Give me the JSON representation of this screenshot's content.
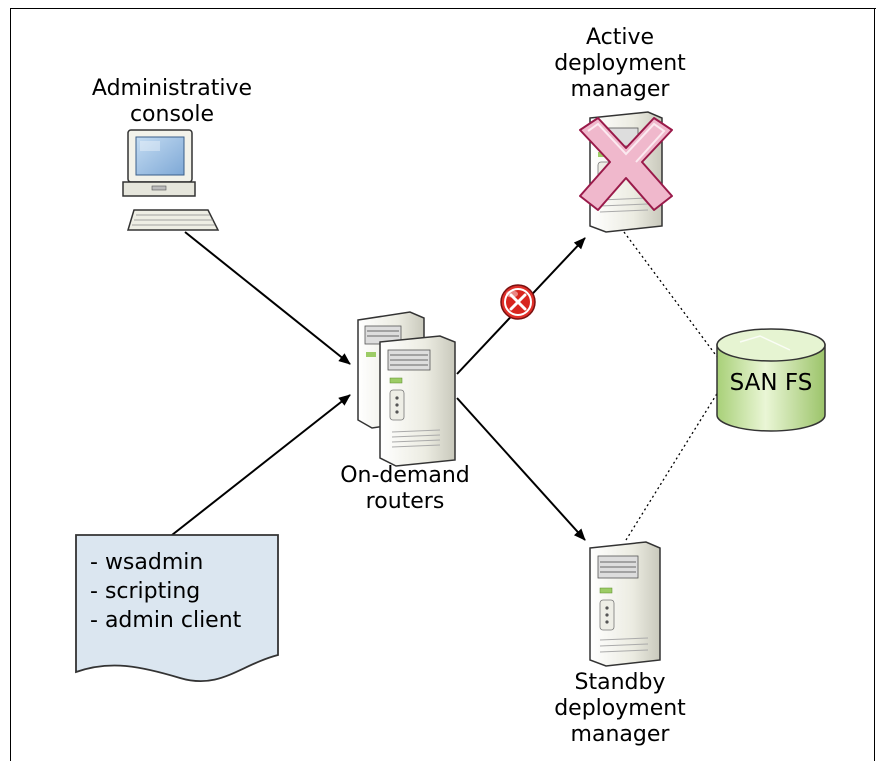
{
  "nodes": {
    "admin_console": {
      "label": "Administrative\nconsole",
      "icon": "desktop-computer-icon"
    },
    "active_dm": {
      "label": "Active\ndeployment\nmanager",
      "icon": "server-icon",
      "status": "failed"
    },
    "odr": {
      "label": "On-demand\nrouters",
      "icon": "server-pair-icon"
    },
    "standby_dm": {
      "label": "Standby\ndeployment\nmanager",
      "icon": "server-icon"
    },
    "san_fs": {
      "label": "SAN FS",
      "icon": "storage-cylinder-icon"
    },
    "scripting": {
      "items": [
        "wsadmin",
        "scripting",
        "admin client"
      ],
      "icon": "document-icon"
    }
  },
  "edges": [
    {
      "from": "admin_console",
      "to": "odr",
      "style": "solid-arrow"
    },
    {
      "from": "scripting",
      "to": "odr",
      "style": "solid-arrow"
    },
    {
      "from": "odr",
      "to": "active_dm",
      "style": "solid-arrow",
      "status": "broken"
    },
    {
      "from": "odr",
      "to": "standby_dm",
      "style": "solid-arrow"
    },
    {
      "from": "active_dm",
      "to": "san_fs",
      "style": "dotted"
    },
    {
      "from": "standby_dm",
      "to": "san_fs",
      "style": "dotted"
    }
  ],
  "colors": {
    "failure_x_fill": "#f0b8cc",
    "failure_x_stroke": "#9a1a4a",
    "error_badge": "#e0302a",
    "storage_green": "#cfe8a8",
    "document_fill": "#dbe6f0",
    "server_body": "#ecece2",
    "screen_blue": "#8fb8e0"
  }
}
